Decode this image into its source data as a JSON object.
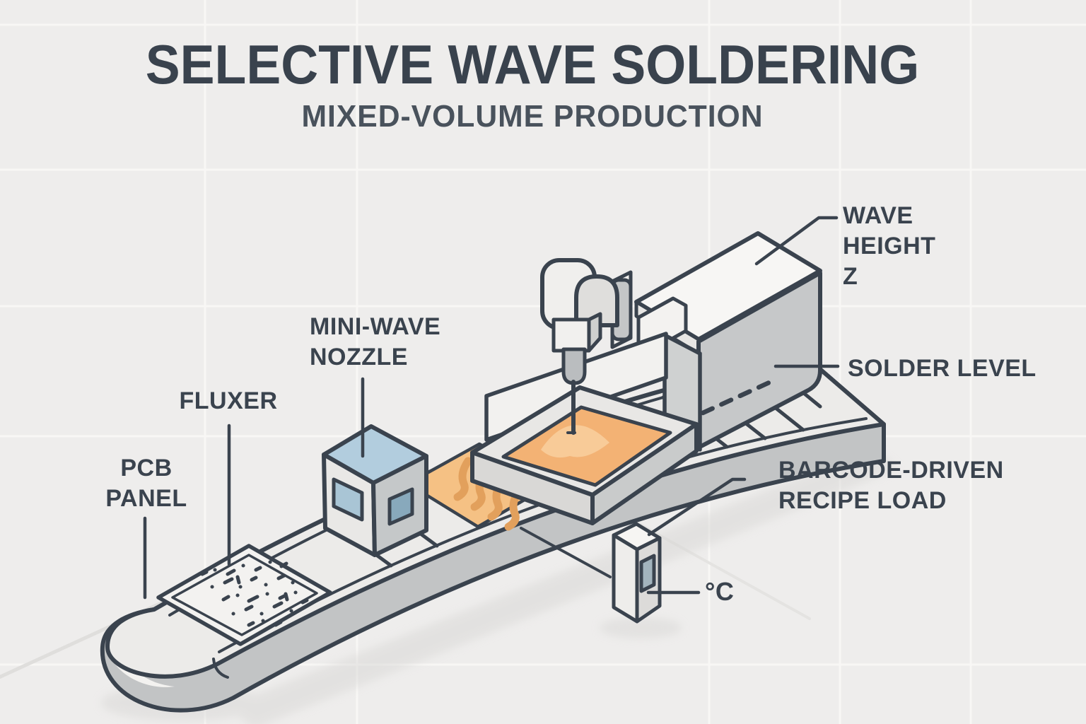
{
  "title": "SELECTIVE WAVE SOLDERING",
  "subtitle": "MIXED-VOLUME PRODUCTION",
  "labels": {
    "pcb_panel": "PCB\nPANEL",
    "fluxer": "FLUXER",
    "mini_wave_nozzle": "MINI-WAVE\nNOZZLE",
    "wave_height_z": "WAVE\nHEIGHT\nZ",
    "solder_level": "SOLDER LEVEL",
    "barcode_recipe": "BARCODE-DRIVEN\nRECIPE LOAD",
    "temperature_unit": "°C"
  },
  "palette": {
    "background": "#eeedec",
    "ink_outline": "#3a434e",
    "title_text": "#39424d",
    "subtitle_text": "#49525c",
    "label_text": "#3a434e",
    "machine_white": "#f7f6f4",
    "machine_light": "#e8e7e5",
    "machine_gray": "#c6c8c9",
    "belt_deck": "#ecebe9",
    "belt_side": "#c2c4c5",
    "fluxer_top_blue": "#b2cdde",
    "fluxer_window_blue": "#a9c5d5",
    "fluxer_window_blue_dark": "#88a9bc",
    "solder_orange": "#f3b274",
    "solder_mound_orange": "#f8cd9c",
    "preheat_orange": "#f5c184",
    "heat_squiggle_orange": "#e2a05c",
    "scanner_screen": "#a3b4bd",
    "shadow": "#d8d7d5"
  }
}
